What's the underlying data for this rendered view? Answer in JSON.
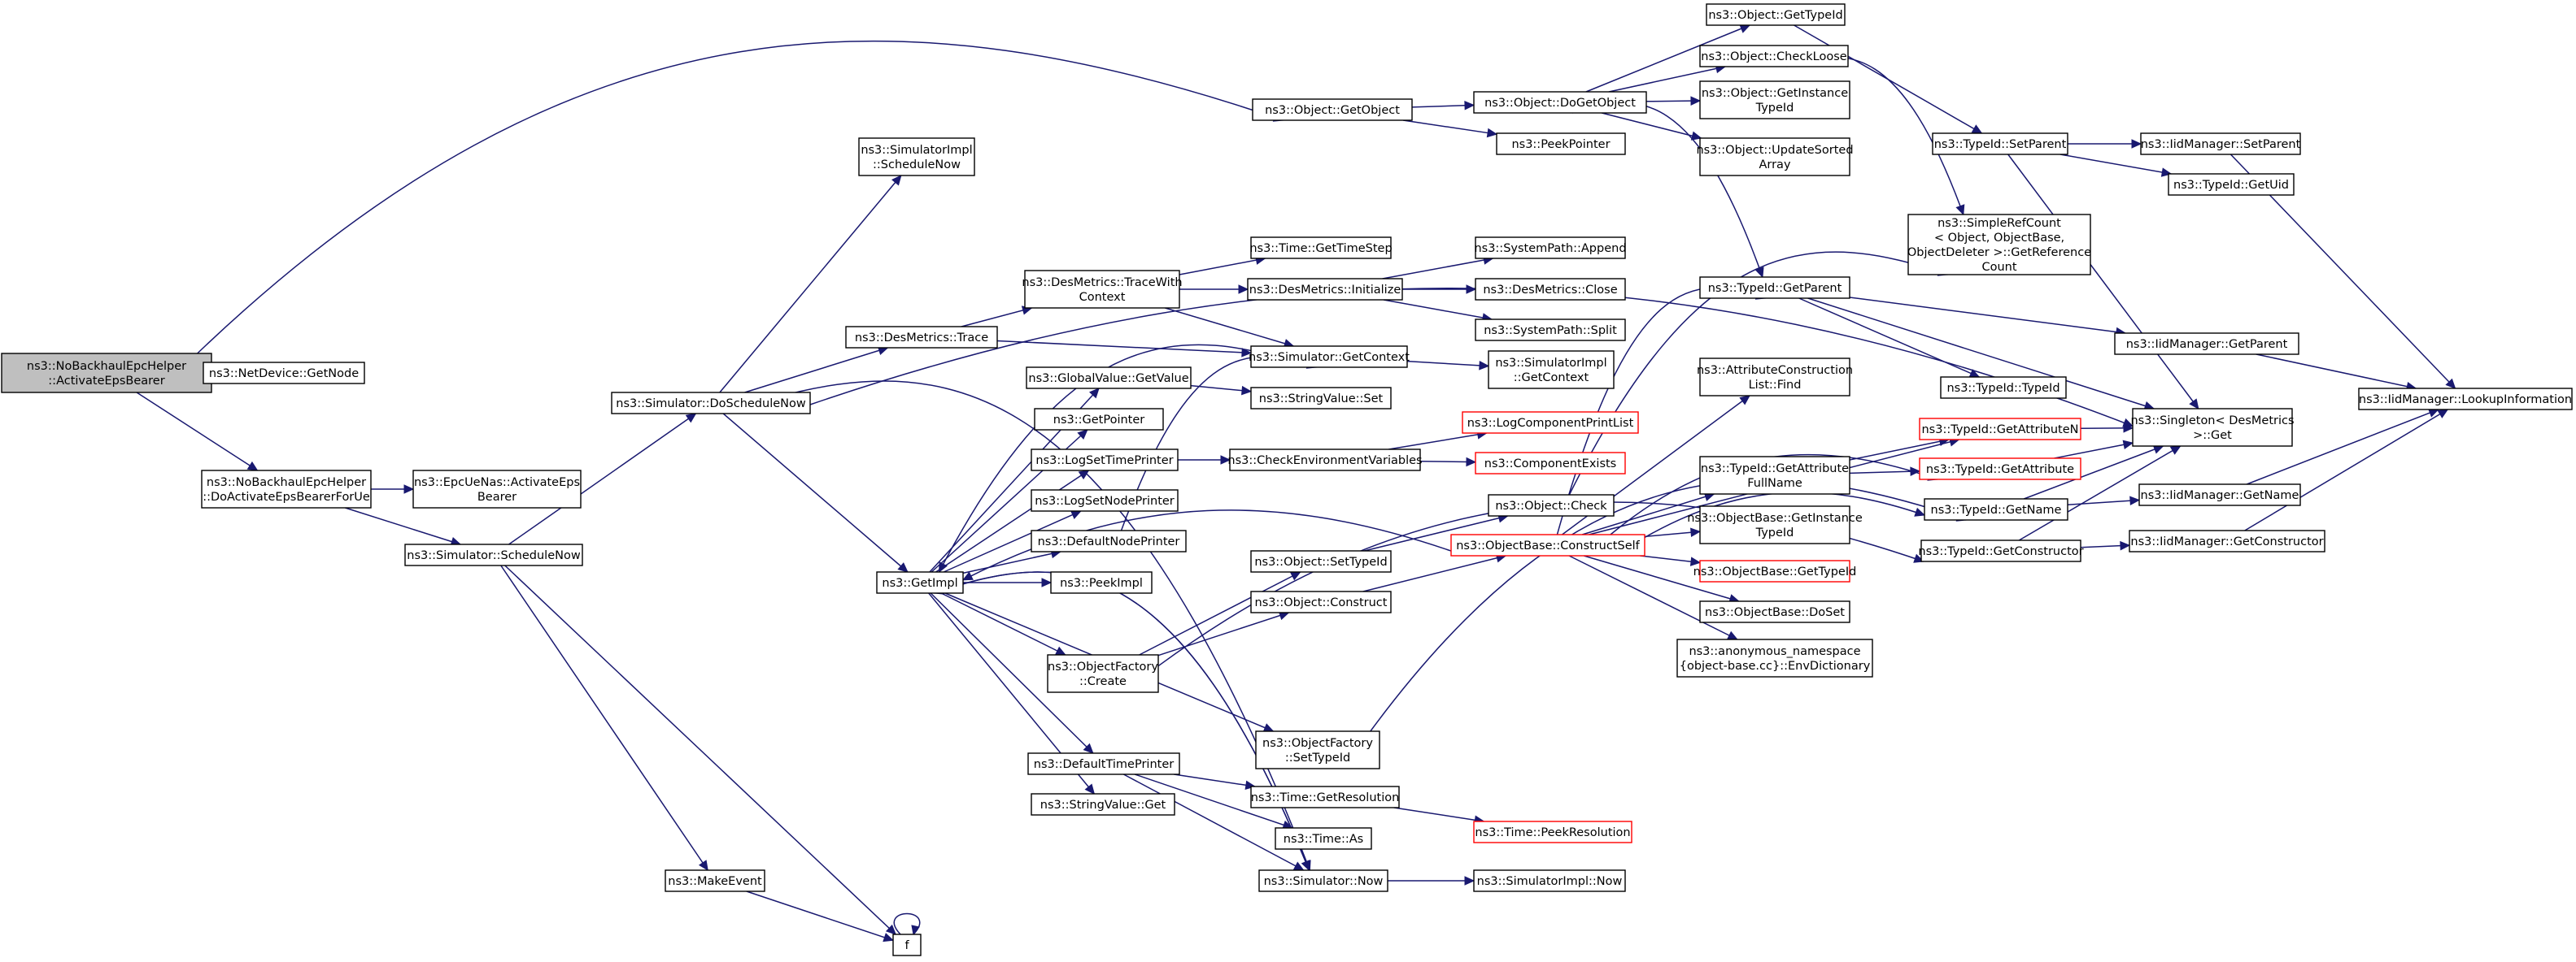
{
  "diagram": {
    "nodes": [
      {
        "id": "root",
        "lines": [
          "ns3::NoBackhaulEpcHelper",
          "::ActivateEpsBearer"
        ],
        "kind": "root"
      },
      {
        "id": "netdev_getnode",
        "lines": [
          "ns3::NetDevice::GetNode"
        ]
      },
      {
        "id": "nobh_doactivate",
        "lines": [
          "ns3::NoBackhaulEpcHelper",
          "::DoActivateEpsBearerForUe"
        ]
      },
      {
        "id": "epcuenas_activate",
        "lines": [
          "ns3::EpcUeNas::ActivateEps",
          "Bearer"
        ]
      },
      {
        "id": "sim_schedulenow",
        "lines": [
          "ns3::Simulator::ScheduleNow"
        ]
      },
      {
        "id": "sim_doschedulenow",
        "lines": [
          "ns3::Simulator::DoScheduleNow"
        ]
      },
      {
        "id": "makeevent",
        "lines": [
          "ns3::MakeEvent"
        ]
      },
      {
        "id": "f",
        "lines": [
          "f"
        ]
      },
      {
        "id": "simimpl_schedulenow",
        "lines": [
          "ns3::SimulatorImpl",
          "::ScheduleNow"
        ]
      },
      {
        "id": "desmetrics_trace",
        "lines": [
          "ns3::DesMetrics::Trace"
        ]
      },
      {
        "id": "getimpl",
        "lines": [
          "ns3::GetImpl"
        ]
      },
      {
        "id": "obj_getobject",
        "lines": [
          "ns3::Object::GetObject"
        ]
      },
      {
        "id": "obj_dogetobject",
        "lines": [
          "ns3::Object::DoGetObject"
        ]
      },
      {
        "id": "peekpointer",
        "lines": [
          "ns3::PeekPointer"
        ]
      },
      {
        "id": "obj_gettypeid",
        "lines": [
          "ns3::Object::GetTypeId"
        ]
      },
      {
        "id": "obj_checkloose",
        "lines": [
          "ns3::Object::CheckLoose"
        ]
      },
      {
        "id": "obj_getinstancetypeid",
        "lines": [
          "ns3::Object::GetInstance",
          "TypeId"
        ]
      },
      {
        "id": "obj_updatesorted",
        "lines": [
          "ns3::Object::UpdateSorted",
          "Array"
        ]
      },
      {
        "id": "typeid_setparent",
        "lines": [
          "ns3::TypeId::SetParent"
        ]
      },
      {
        "id": "iidm_setparent",
        "lines": [
          "ns3::IidManager::SetParent"
        ]
      },
      {
        "id": "typeid_getuid",
        "lines": [
          "ns3::TypeId::GetUid"
        ]
      },
      {
        "id": "simplerefcount",
        "lines": [
          "ns3::SimpleRefCount",
          "< Object, ObjectBase,",
          "ObjectDeleter >::GetReference",
          "Count"
        ]
      },
      {
        "id": "iidm_lookup",
        "lines": [
          "ns3::IidManager::LookupInformation"
        ]
      },
      {
        "id": "desmetrics_tracewith",
        "lines": [
          "ns3::DesMetrics::TraceWith",
          "Context"
        ]
      },
      {
        "id": "time_gettimestep",
        "lines": [
          "ns3::Time::GetTimeStep"
        ]
      },
      {
        "id": "desmetrics_init",
        "lines": [
          "ns3::DesMetrics::Initialize"
        ]
      },
      {
        "id": "syspath_append",
        "lines": [
          "ns3::SystemPath::Append"
        ]
      },
      {
        "id": "desmetrics_close",
        "lines": [
          "ns3::DesMetrics::Close"
        ]
      },
      {
        "id": "syspath_split",
        "lines": [
          "ns3::SystemPath::Split"
        ]
      },
      {
        "id": "sim_getcontext",
        "lines": [
          "ns3::Simulator::GetContext"
        ]
      },
      {
        "id": "simimpl_getcontext",
        "lines": [
          "ns3::SimulatorImpl",
          "::GetContext"
        ]
      },
      {
        "id": "typeid_getparent",
        "lines": [
          "ns3::TypeId::GetParent"
        ]
      },
      {
        "id": "iidm_getparent",
        "lines": [
          "ns3::IidManager::GetParent"
        ]
      },
      {
        "id": "typeid_typeid",
        "lines": [
          "ns3::TypeId::TypeId"
        ]
      },
      {
        "id": "singleton_get",
        "lines": [
          "ns3::Singleton< DesMetrics",
          ">::Get"
        ]
      },
      {
        "id": "globalvalue_getvalue",
        "lines": [
          "ns3::GlobalValue::GetValue"
        ]
      },
      {
        "id": "stringvalue_set",
        "lines": [
          "ns3::StringValue::Set"
        ]
      },
      {
        "id": "getpointer",
        "lines": [
          "ns3::GetPointer"
        ]
      },
      {
        "id": "logsettimeprinter",
        "lines": [
          "ns3::LogSetTimePrinter"
        ]
      },
      {
        "id": "checkenv",
        "lines": [
          "ns3::CheckEnvironmentVariables"
        ]
      },
      {
        "id": "logcompprintlist",
        "lines": [
          "ns3::LogComponentPrintList"
        ],
        "kind": "trunc"
      },
      {
        "id": "compexists",
        "lines": [
          "ns3::ComponentExists"
        ],
        "kind": "trunc"
      },
      {
        "id": "logsetnodeprinter",
        "lines": [
          "ns3::LogSetNodePrinter"
        ]
      },
      {
        "id": "defaultnodeprinter",
        "lines": [
          "ns3::DefaultNodePrinter"
        ]
      },
      {
        "id": "attrconstructionlist_find",
        "lines": [
          "ns3::AttributeConstruction",
          "List::Find"
        ]
      },
      {
        "id": "typeid_getattributen",
        "lines": [
          "ns3::TypeId::GetAttributeN"
        ],
        "kind": "trunc"
      },
      {
        "id": "typeid_getattrfullname",
        "lines": [
          "ns3::TypeId::GetAttribute",
          "FullName"
        ]
      },
      {
        "id": "typeid_getattribute",
        "lines": [
          "ns3::TypeId::GetAttribute"
        ],
        "kind": "trunc"
      },
      {
        "id": "obj_check",
        "lines": [
          "ns3::Object::Check"
        ]
      },
      {
        "id": "objbase_constructself",
        "lines": [
          "ns3::ObjectBase::ConstructSelf"
        ],
        "kind": "trunc"
      },
      {
        "id": "objbase_getinstancetypeid",
        "lines": [
          "ns3::ObjectBase::GetInstance",
          "TypeId"
        ]
      },
      {
        "id": "typeid_getname",
        "lines": [
          "ns3::TypeId::GetName"
        ]
      },
      {
        "id": "iidm_getname",
        "lines": [
          "ns3::IidManager::GetName"
        ]
      },
      {
        "id": "obj_settypeid",
        "lines": [
          "ns3::Object::SetTypeId"
        ]
      },
      {
        "id": "peekimpl",
        "lines": [
          "ns3::PeekImpl"
        ]
      },
      {
        "id": "typeid_getconstructor",
        "lines": [
          "ns3::TypeId::GetConstructor"
        ]
      },
      {
        "id": "iidm_getconstructor",
        "lines": [
          "ns3::IidManager::GetConstructor"
        ]
      },
      {
        "id": "objbase_gettypeid",
        "lines": [
          "ns3::ObjectBase::GetTypeId"
        ],
        "kind": "trunc"
      },
      {
        "id": "obj_construct",
        "lines": [
          "ns3::Object::Construct"
        ]
      },
      {
        "id": "objbase_doset",
        "lines": [
          "ns3::ObjectBase::DoSet"
        ]
      },
      {
        "id": "objfactory_create",
        "lines": [
          "ns3::ObjectFactory",
          "::Create"
        ]
      },
      {
        "id": "anon_envdict",
        "lines": [
          "ns3::anonymous_namespace",
          "{object-base.cc}::EnvDictionary"
        ]
      },
      {
        "id": "objfactory_settypeid",
        "lines": [
          "ns3::ObjectFactory",
          "::SetTypeId"
        ]
      },
      {
        "id": "defaulttimeprinter",
        "lines": [
          "ns3::DefaultTimePrinter"
        ]
      },
      {
        "id": "time_getresolution",
        "lines": [
          "ns3::Time::GetResolution"
        ]
      },
      {
        "id": "stringvalue_get",
        "lines": [
          "ns3::StringValue::Get"
        ]
      },
      {
        "id": "time_peekresolution",
        "lines": [
          "ns3::Time::PeekResolution"
        ],
        "kind": "trunc"
      },
      {
        "id": "time_as",
        "lines": [
          "ns3::Time::As"
        ]
      },
      {
        "id": "sim_now",
        "lines": [
          "ns3::Simulator::Now"
        ]
      },
      {
        "id": "simimpl_now",
        "lines": [
          "ns3::SimulatorImpl::Now"
        ]
      }
    ],
    "edges": [
      [
        "root",
        "obj_getobject"
      ],
      [
        "root",
        "netdev_getnode"
      ],
      [
        "root",
        "nobh_doactivate"
      ],
      [
        "nobh_doactivate",
        "epcuenas_activate"
      ],
      [
        "nobh_doactivate",
        "sim_schedulenow"
      ],
      [
        "sim_schedulenow",
        "sim_doschedulenow"
      ],
      [
        "sim_schedulenow",
        "makeevent"
      ],
      [
        "sim_schedulenow",
        "f"
      ],
      [
        "makeevent",
        "f"
      ],
      [
        "f",
        "f"
      ],
      [
        "sim_doschedulenow",
        "simimpl_schedulenow"
      ],
      [
        "sim_doschedulenow",
        "desmetrics_trace"
      ],
      [
        "sim_doschedulenow",
        "getimpl"
      ],
      [
        "sim_doschedulenow",
        "singleton_get"
      ],
      [
        "sim_doschedulenow",
        "sim_now"
      ],
      [
        "obj_getobject",
        "obj_dogetobject"
      ],
      [
        "obj_getobject",
        "peekpointer"
      ],
      [
        "obj_dogetobject",
        "obj_gettypeid"
      ],
      [
        "obj_dogetobject",
        "obj_checkloose"
      ],
      [
        "obj_dogetobject",
        "obj_getinstancetypeid"
      ],
      [
        "obj_dogetobject",
        "obj_updatesorted"
      ],
      [
        "obj_dogetobject",
        "typeid_getparent"
      ],
      [
        "obj_gettypeid",
        "typeid_setparent"
      ],
      [
        "obj_checkloose",
        "simplerefcount"
      ],
      [
        "typeid_setparent",
        "iidm_setparent"
      ],
      [
        "typeid_setparent",
        "typeid_getuid"
      ],
      [
        "typeid_setparent",
        "singleton_get"
      ],
      [
        "iidm_setparent",
        "iidm_lookup"
      ],
      [
        "desmetrics_trace",
        "desmetrics_tracewith"
      ],
      [
        "desmetrics_trace",
        "sim_getcontext"
      ],
      [
        "desmetrics_tracewith",
        "time_gettimestep"
      ],
      [
        "desmetrics_tracewith",
        "desmetrics_init"
      ],
      [
        "desmetrics_tracewith",
        "sim_getcontext"
      ],
      [
        "desmetrics_init",
        "syspath_append"
      ],
      [
        "desmetrics_init",
        "desmetrics_close"
      ],
      [
        "desmetrics_init",
        "syspath_split"
      ],
      [
        "sim_getcontext",
        "simimpl_getcontext"
      ],
      [
        "sim_getcontext",
        "getimpl"
      ],
      [
        "typeid_getparent",
        "iidm_getparent"
      ],
      [
        "typeid_getparent",
        "typeid_typeid"
      ],
      [
        "typeid_getparent",
        "singleton_get"
      ],
      [
        "iidm_getparent",
        "iidm_lookup"
      ],
      [
        "getimpl",
        "globalvalue_getvalue"
      ],
      [
        "getimpl",
        "getpointer"
      ],
      [
        "getimpl",
        "logsettimeprinter"
      ],
      [
        "getimpl",
        "logsetnodeprinter"
      ],
      [
        "getimpl",
        "defaultnodeprinter"
      ],
      [
        "getimpl",
        "peekimpl"
      ],
      [
        "getimpl",
        "objfactory_create"
      ],
      [
        "getimpl",
        "objfactory_settypeid"
      ],
      [
        "getimpl",
        "defaulttimeprinter"
      ],
      [
        "getimpl",
        "stringvalue_get"
      ],
      [
        "getimpl",
        "sim_now"
      ],
      [
        "globalvalue_getvalue",
        "stringvalue_set"
      ],
      [
        "logsettimeprinter",
        "checkenv"
      ],
      [
        "checkenv",
        "logcompprintlist"
      ],
      [
        "checkenv",
        "compexists"
      ],
      [
        "defaultnodeprinter",
        "sim_getcontext"
      ],
      [
        "typeid_getattributen",
        "singleton_get"
      ],
      [
        "typeid_getattrfullname",
        "typeid_getattribute"
      ],
      [
        "typeid_getattrfullname",
        "typeid_getattributen"
      ],
      [
        "typeid_getattribute",
        "singleton_get"
      ],
      [
        "obj_check",
        "simplerefcount"
      ],
      [
        "objbase_constructself",
        "attrconstructionlist_find"
      ],
      [
        "objbase_constructself",
        "typeid_getattrfullname"
      ],
      [
        "objbase_constructself",
        "objbase_getinstancetypeid"
      ],
      [
        "objbase_constructself",
        "objbase_gettypeid"
      ],
      [
        "objbase_constructself",
        "objbase_doset"
      ],
      [
        "objbase_constructself",
        "anon_envdict"
      ],
      [
        "objbase_constructself",
        "typeid_getparent"
      ],
      [
        "objbase_constructself",
        "typeid_getname"
      ],
      [
        "objbase_constructself",
        "typeid_getattribute"
      ],
      [
        "objbase_constructself",
        "typeid_getattributen"
      ],
      [
        "objbase_constructself",
        "getimpl"
      ],
      [
        "typeid_getname",
        "iidm_getname"
      ],
      [
        "typeid_getname",
        "singleton_get"
      ],
      [
        "iidm_getname",
        "iidm_lookup"
      ],
      [
        "obj_settypeid",
        "obj_check"
      ],
      [
        "obj_construct",
        "objbase_constructself"
      ],
      [
        "typeid_getconstructor",
        "iidm_getconstructor"
      ],
      [
        "typeid_getconstructor",
        "singleton_get"
      ],
      [
        "iidm_getconstructor",
        "iidm_lookup"
      ],
      [
        "objfactory_create",
        "obj_settypeid"
      ],
      [
        "objfactory_create",
        "obj_construct"
      ],
      [
        "objfactory_create",
        "typeid_getconstructor"
      ],
      [
        "objfactory_settypeid",
        "typeid_getname"
      ],
      [
        "defaulttimeprinter",
        "time_getresolution"
      ],
      [
        "defaulttimeprinter",
        "time_as"
      ],
      [
        "defaulttimeprinter",
        "sim_now"
      ],
      [
        "time_getresolution",
        "time_peekresolution"
      ],
      [
        "sim_now",
        "simimpl_now"
      ],
      [
        "sim_now",
        "getimpl"
      ]
    ]
  }
}
